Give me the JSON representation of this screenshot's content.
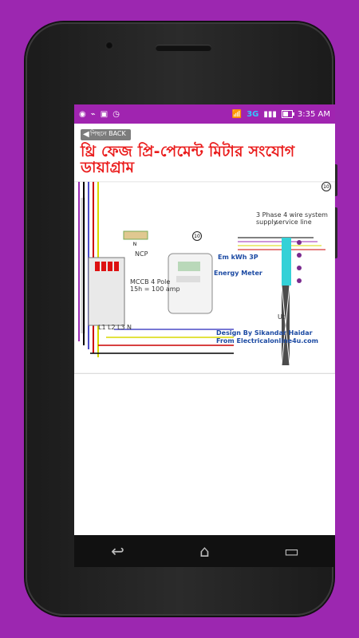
{
  "status": {
    "time": "3:35 AM",
    "network": "3G",
    "signal_icon": "signal-icon",
    "battery_icon": "battery-icon",
    "wifi_icon": "wifi-icon",
    "notification_icons": [
      "android-icon",
      "usb-icon",
      "media-icon",
      "clock-icon"
    ]
  },
  "toolbar": {
    "back_label": "পিছনে BACK",
    "title": "থ্রি ফেজ প্রি-পেমেন্ট মিটার সংযোগ ডায়াগ্রাম"
  },
  "diagram": {
    "labels": {
      "supply": "3 Phase 4 wire system supply",
      "service_line": "service line",
      "ncp": "NCP",
      "em_kwh": "Em kWh 3P",
      "energy_meter": "Energy Meter",
      "design_by": "Design By Sikandar Haidar",
      "from": "From Electricalonline4u.com",
      "mccb": "MCCB 4 Pole",
      "amp": "15h = 100 amp",
      "l1": "L1",
      "l2": "L2",
      "l3": "L3",
      "n": "N",
      "ut": "Ut",
      "badge_10": "10",
      "top_badge": "10"
    }
  },
  "nav": {
    "back_icon": "back-icon",
    "home_icon": "home-icon",
    "recent_icon": "recent-apps-icon"
  },
  "colors": {
    "accent": "#9c27b0",
    "title_red": "#ea1c1c",
    "status_purple": "#a024b0"
  }
}
